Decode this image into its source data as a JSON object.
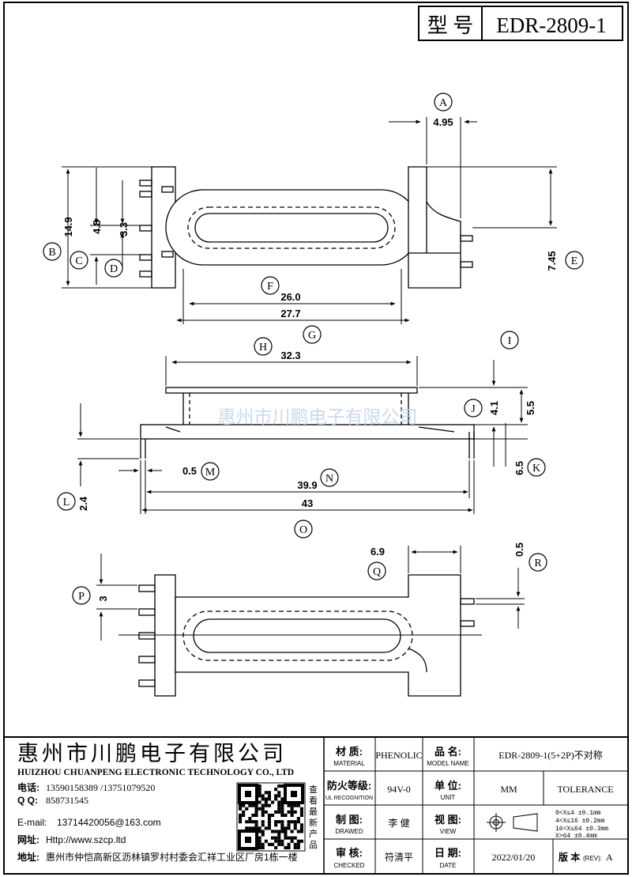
{
  "header": {
    "label": "型 号",
    "model": "EDR-2809-1"
  },
  "watermark": "惠州市川鹏电子有限公司",
  "views": {
    "top": {
      "dims": [
        {
          "key": "A",
          "value": "4.95"
        },
        {
          "key": "B",
          "value": "14.9"
        },
        {
          "key": "C",
          "value": "4.8"
        },
        {
          "key": "D",
          "value": "3.3"
        },
        {
          "key": "E",
          "value": "7.45"
        },
        {
          "key": "F",
          "value": "26.0"
        },
        {
          "key": "G",
          "value": "27.7"
        }
      ]
    },
    "side": {
      "dims": [
        {
          "key": "H",
          "value": "32.3"
        },
        {
          "key": "I",
          "value": ""
        },
        {
          "key": "J",
          "value": "4.1"
        },
        {
          "key": "K",
          "value": "6.5"
        },
        {
          "key": "L",
          "value": "2.4"
        },
        {
          "key": "M",
          "value": "0.5"
        },
        {
          "key": "N",
          "value": "39.9"
        },
        {
          "key": "O",
          "value": "43"
        },
        {
          "key": "extra",
          "value": "5.5"
        }
      ]
    },
    "bottom": {
      "dims": [
        {
          "key": "P",
          "value": "3"
        },
        {
          "key": "Q",
          "value": "6.9"
        },
        {
          "key": "R",
          "value": "0.5"
        }
      ]
    }
  },
  "company": {
    "name_cn": "惠州市川鹏电子有限公司",
    "name_en": "HUIZHOU CHUANPENG ELECTRONIC TECHNOLOGY CO., LTD",
    "phone_label": "电话:",
    "phone": "13590158389 /13751079520",
    "qq_label": "Q Q:",
    "qq": "858731545",
    "email_label": "E-mail:",
    "email": "13714420056@163.com",
    "web_label": "网址:",
    "web": "Http://www.szcp.ltd",
    "addr_label": "地址:",
    "addr": "惠州市仲恺高新区沥林镇罗村村委会汇祥工业区厂房1栋一楼",
    "qr_note": [
      "查",
      "看",
      "最",
      "新",
      "产",
      "品"
    ]
  },
  "titleblock": {
    "material_cn": "材 质:",
    "material_en": "MATERIAL",
    "material_val": "PHENOLIC",
    "partname_cn": "品 名:",
    "partname_en": "MODEL NAME",
    "partname_val": "EDR-2809-1(5+2P)不对称",
    "fire_cn": "防火等级:",
    "fire_en": "UL RECOGNITION",
    "fire_val": "94V-0",
    "unit_cn": "单 位:",
    "unit_en": "UNIT",
    "unit_val": "MM",
    "tolerance_label": "TOLERANCE",
    "tolerances": [
      "0<X≤4   ±0.1mm",
      "4<X≤16  ±0.2mm",
      "16<X≤64 ±0.3mm",
      "X>64    ±0.4mm"
    ],
    "drawn_cn": "制 图:",
    "drawn_en": "DRAWED",
    "drawn_val": "李 健",
    "view_cn": "视 图:",
    "view_en": "VIEW",
    "checked_cn": "审 核:",
    "checked_en": "CHECKED",
    "checked_val": "符清平",
    "date_cn": "日 期:",
    "date_en": "DATE",
    "date_val": "2022/01/20",
    "rev_label": "版 本",
    "rev_sub": "(REV):",
    "rev_val": "A"
  }
}
